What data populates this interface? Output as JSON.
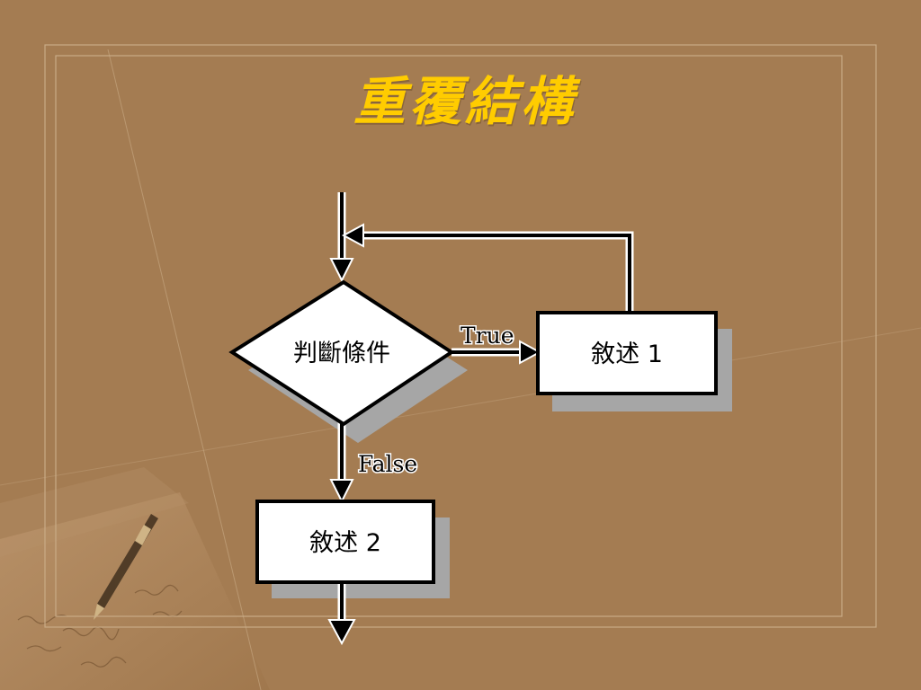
{
  "slide": {
    "title": "重覆結構"
  },
  "flowchart": {
    "nodes": {
      "decision": "判斷條件",
      "statement1": "敘述 1",
      "statement2": "敘述 2"
    },
    "edges": {
      "true_label": "True",
      "false_label": "False"
    }
  },
  "colors": {
    "background": "#a47c52",
    "title": "#ffcc00",
    "frame": "#c9ab86",
    "shadow": "#a0a0a0",
    "node_fill": "#ffffff",
    "node_stroke": "#000000"
  }
}
